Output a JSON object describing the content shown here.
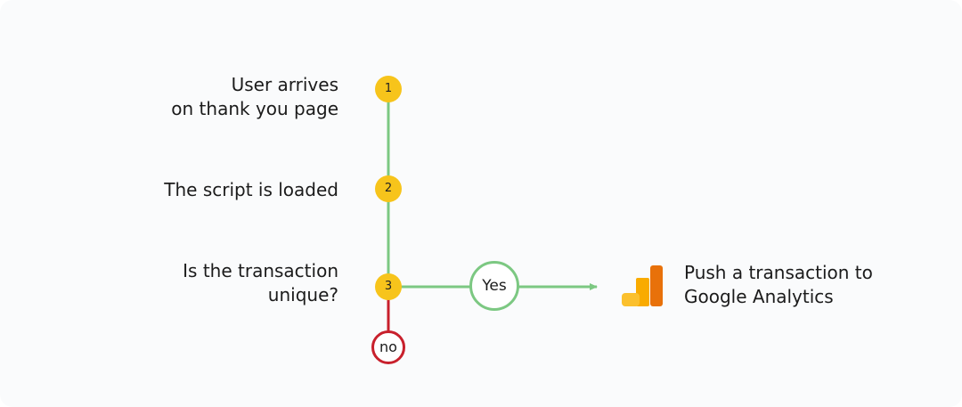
{
  "steps": [
    {
      "number": "1",
      "label_lines": [
        "User arrives",
        "on thank you page"
      ]
    },
    {
      "number": "2",
      "label_lines": [
        "The script is loaded"
      ]
    },
    {
      "number": "3",
      "label_lines": [
        "Is the transaction",
        "unique?"
      ]
    }
  ],
  "decision": {
    "yes_label": "Yes",
    "no_label": "no"
  },
  "result": {
    "label_lines": [
      "Push a transaction to",
      "Google Analytics"
    ],
    "icon": "google-analytics-logo-icon"
  },
  "colors": {
    "node_fill": "#f7c41b",
    "yes_path": "#7cc882",
    "no_path": "#c8202c",
    "ga_orange_dark": "#e8710a",
    "ga_orange": "#f9ab00",
    "ga_yellow": "#fbc02d"
  }
}
